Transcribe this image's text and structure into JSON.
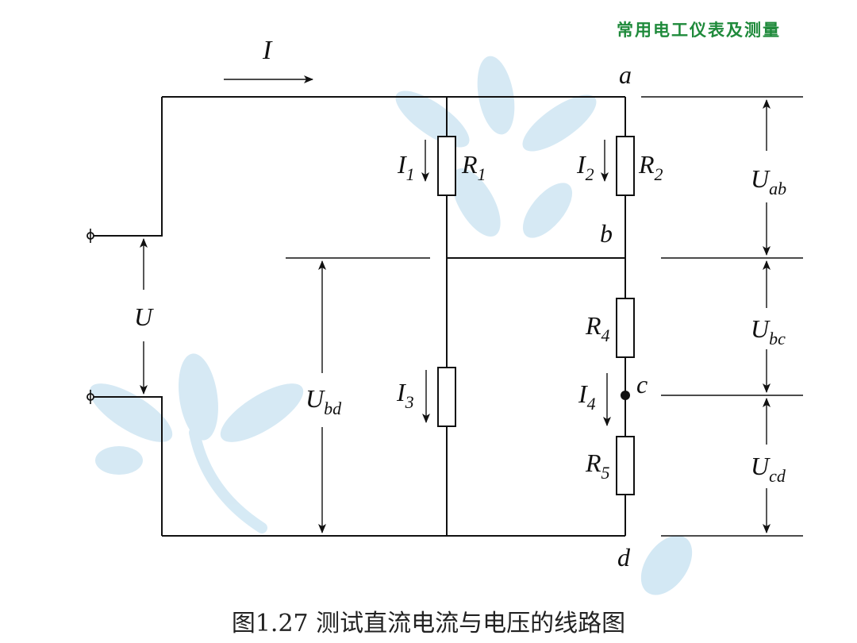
{
  "header": {
    "title": "常用电工仪表及测量"
  },
  "caption": {
    "text": "图1.27 测试直流电流与电压的线路图"
  },
  "labels": {
    "current": "I",
    "node_a": "a",
    "node_b": "b",
    "node_c": "c",
    "node_d": "d",
    "source_voltage": "U"
  },
  "branch_currents": [
    {
      "base": "I",
      "sub": "1"
    },
    {
      "base": "I",
      "sub": "2"
    },
    {
      "base": "I",
      "sub": "3"
    },
    {
      "base": "I",
      "sub": "4"
    }
  ],
  "resistors": [
    {
      "base": "R",
      "sub": "1"
    },
    {
      "base": "R",
      "sub": "2"
    },
    {
      "base": "R",
      "sub": "4"
    },
    {
      "base": "R",
      "sub": "5"
    }
  ],
  "voltages": [
    {
      "base": "U",
      "sub": "ab"
    },
    {
      "base": "U",
      "sub": "bc"
    },
    {
      "base": "U",
      "sub": "cd"
    },
    {
      "base": "U",
      "sub": "bd"
    }
  ],
  "colors": {
    "header": "#1f8a3b",
    "watermark": "#cfe6f3",
    "line": "#111111"
  },
  "icons": {
    "watermark": "dragonfly-watermark-icon"
  }
}
